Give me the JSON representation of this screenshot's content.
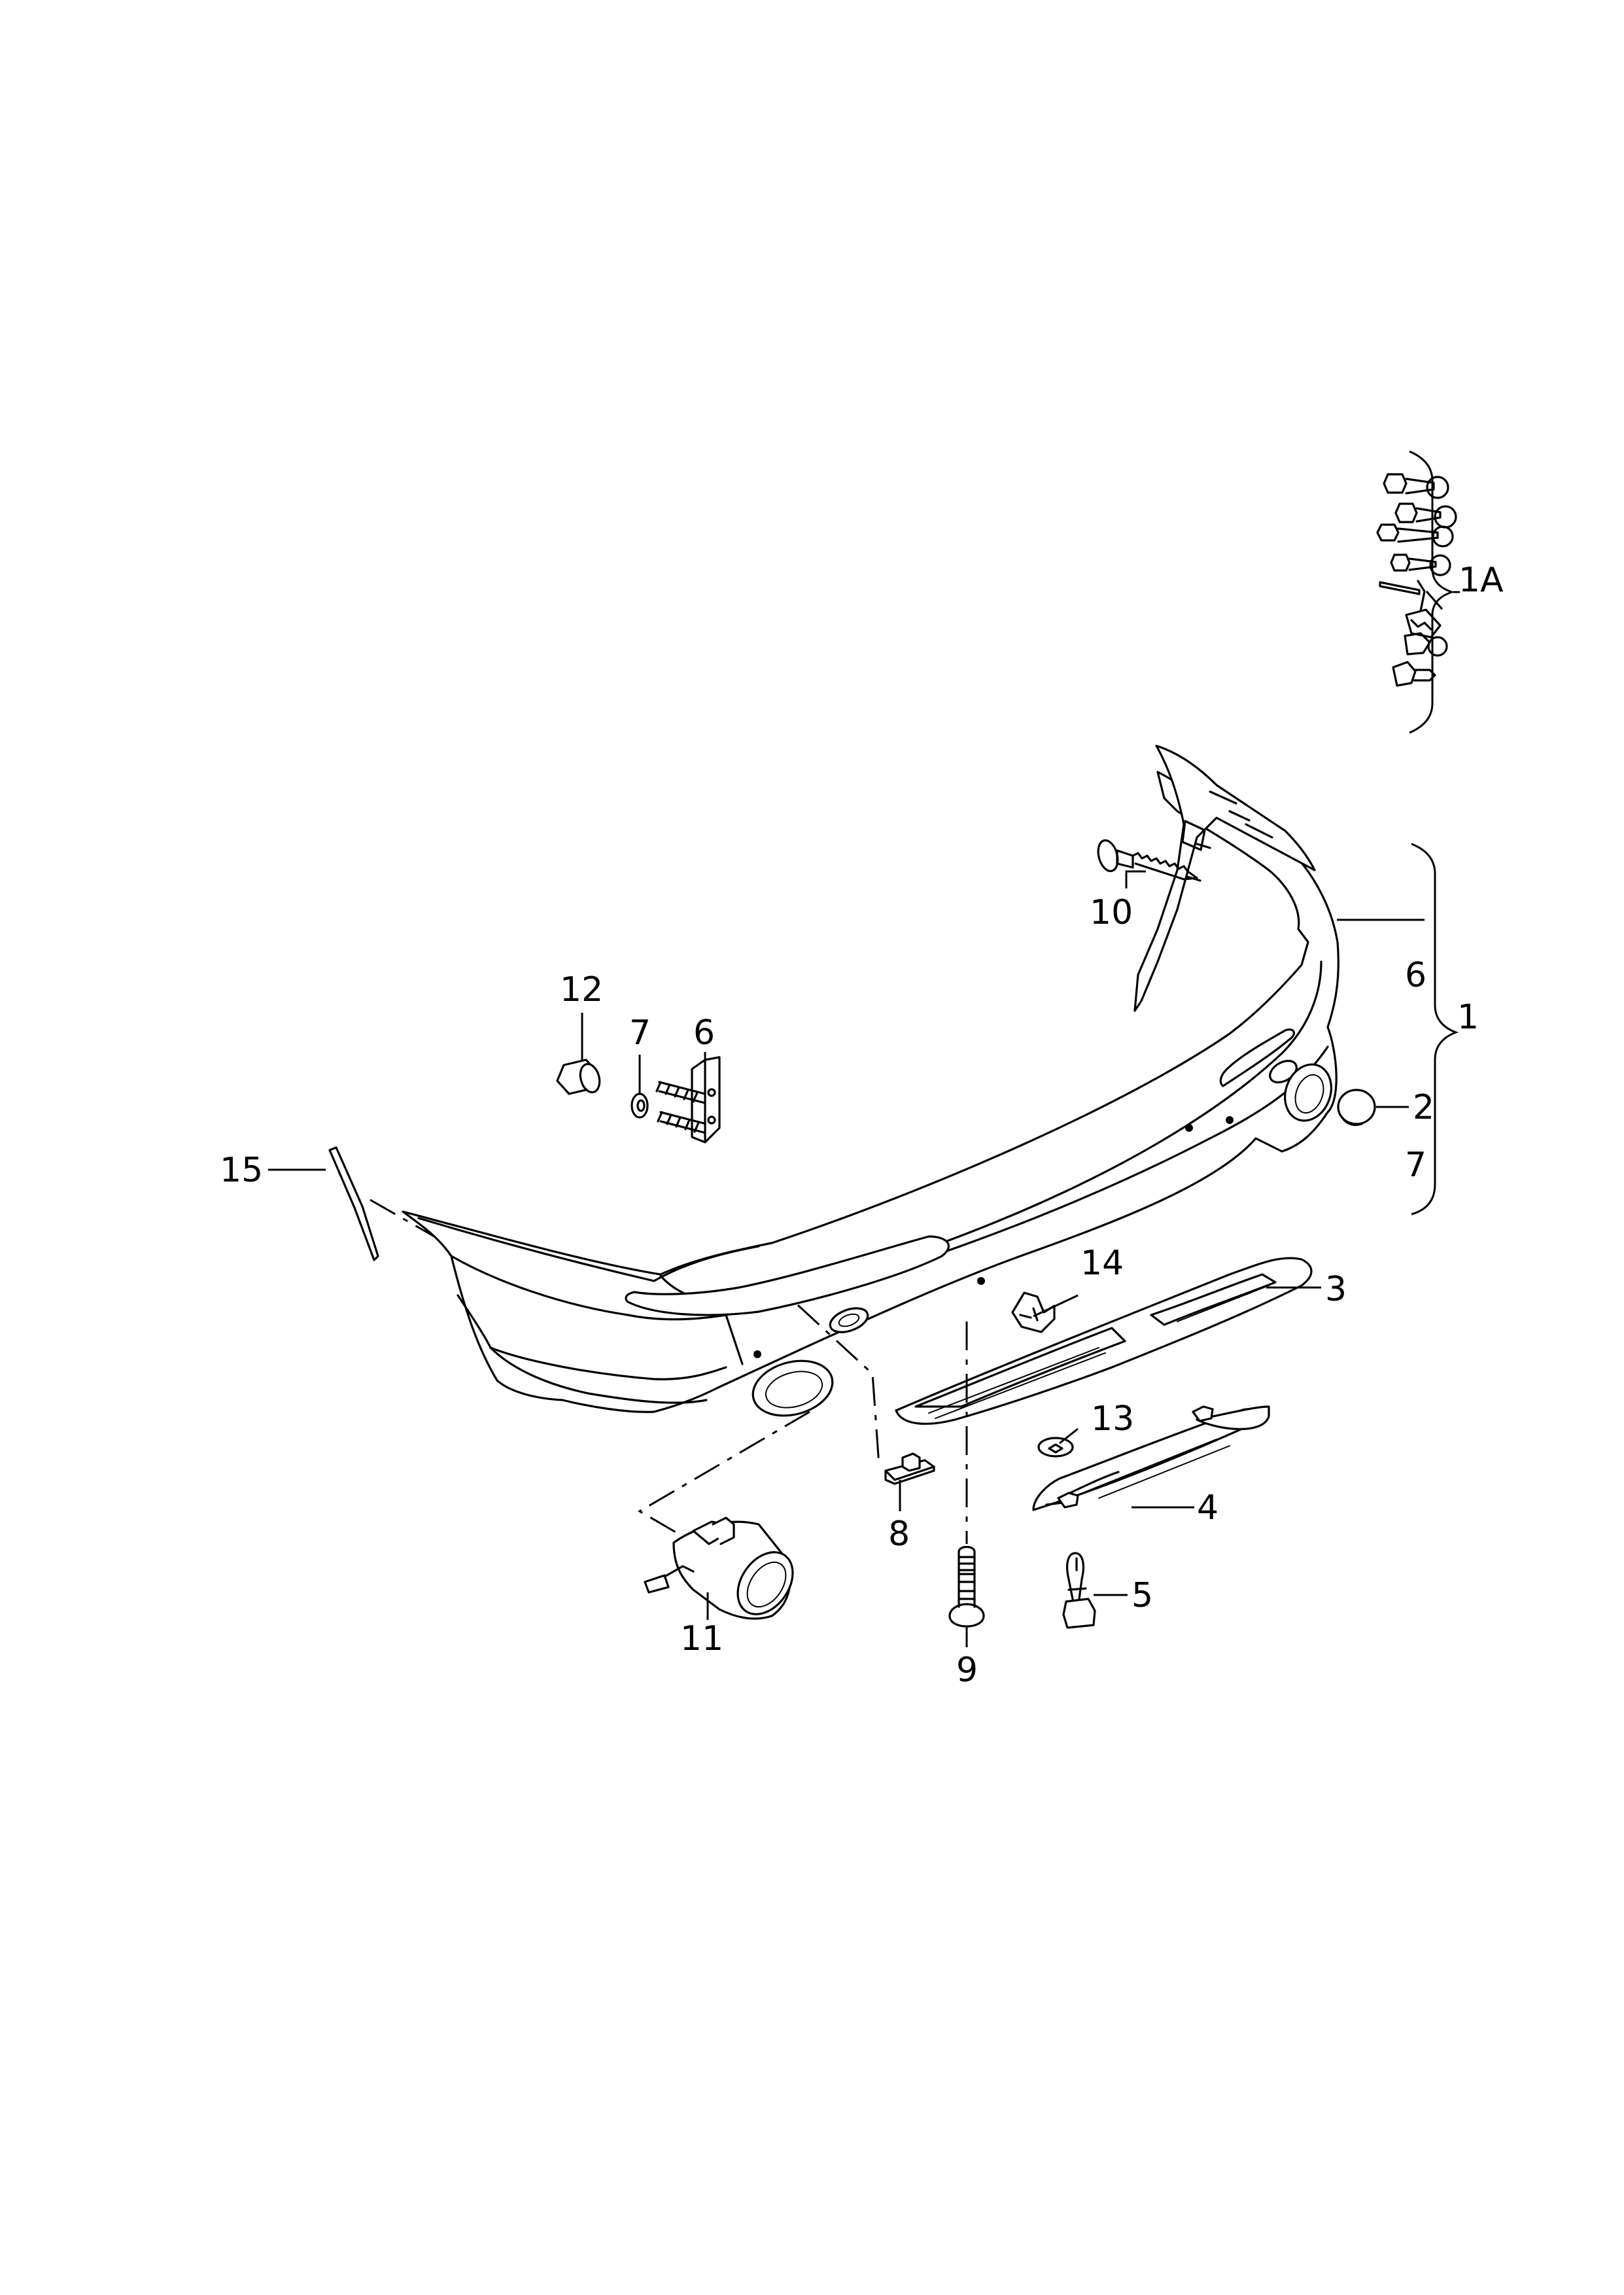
{
  "diagram": {
    "callouts": [
      {
        "id": "c1A",
        "text": "1A"
      },
      {
        "id": "c1",
        "text": "1"
      },
      {
        "id": "c2",
        "text": "2"
      },
      {
        "id": "c3",
        "text": "3"
      },
      {
        "id": "c4",
        "text": "4"
      },
      {
        "id": "c5",
        "text": "5"
      },
      {
        "id": "c6a",
        "text": "6"
      },
      {
        "id": "c6b",
        "text": "6"
      },
      {
        "id": "c7a",
        "text": "7"
      },
      {
        "id": "c7b",
        "text": "7"
      },
      {
        "id": "c8",
        "text": "8"
      },
      {
        "id": "c9",
        "text": "9"
      },
      {
        "id": "c10",
        "text": "10"
      },
      {
        "id": "c11",
        "text": "11"
      },
      {
        "id": "c12",
        "text": "12"
      },
      {
        "id": "c13",
        "text": "13"
      },
      {
        "id": "c14",
        "text": "14"
      },
      {
        "id": "c15",
        "text": "15"
      }
    ]
  }
}
